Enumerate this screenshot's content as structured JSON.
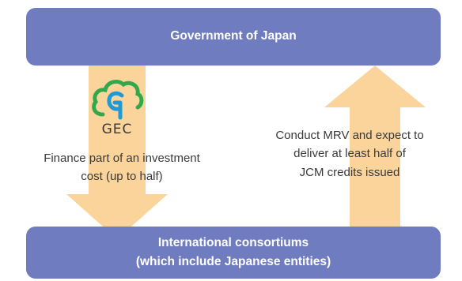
{
  "diagram": {
    "top_box": {
      "label": "Government of Japan"
    },
    "bottom_box": {
      "line1": "International consortiums",
      "line2": "(which include Japanese entities)"
    },
    "left_flow": {
      "logo_text": "GEC",
      "line1": "Finance part of an investment",
      "line2": "cost (up to half)"
    },
    "right_flow": {
      "line1": "Conduct MRV and expect to",
      "line2": "deliver at least half of",
      "line3": "JCM credits issued"
    }
  },
  "colors": {
    "box": "#6f7cc0",
    "arrow": "#fbd49c",
    "logo_green": "#33a84a",
    "logo_blue": "#1f9ad6"
  },
  "icons": {
    "logo": "gec-cloud-logo"
  }
}
